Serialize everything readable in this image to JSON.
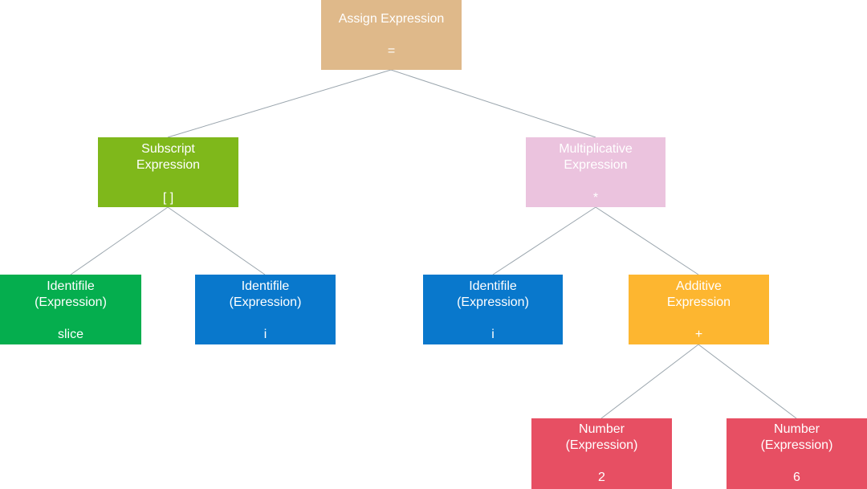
{
  "nodes": {
    "assign": {
      "line1": "Assign Expression",
      "op": "=",
      "color": "#dfb98a"
    },
    "subscript": {
      "line1": "Subscript",
      "line2": "Expression",
      "op": "[ ]",
      "color": "#7fb81b"
    },
    "multiplicative": {
      "line1": "Multiplicative",
      "line2": "Expression",
      "op": "*",
      "color": "#ebc3de"
    },
    "identifier_slice": {
      "line1": "Identifile",
      "line2": "(Expression)",
      "op": "slice",
      "color": "#05ae4e"
    },
    "identifier_i_left": {
      "line1": "Identifile",
      "line2": "(Expression)",
      "op": "i",
      "color": "#0978cc"
    },
    "identifier_i_right": {
      "line1": "Identifile",
      "line2": "(Expression)",
      "op": "i",
      "color": "#0978cc"
    },
    "additive": {
      "line1": "Additive",
      "line2": "Expression",
      "op": "+",
      "color": "#fdb630"
    },
    "number_2": {
      "line1": "Number",
      "line2": "(Expression)",
      "op": "2",
      "color": "#e74f63"
    },
    "number_6": {
      "line1": "Number",
      "line2": "(Expression)",
      "op": "6",
      "color": "#e74f63"
    }
  },
  "edge_color": "#9aa5ad"
}
